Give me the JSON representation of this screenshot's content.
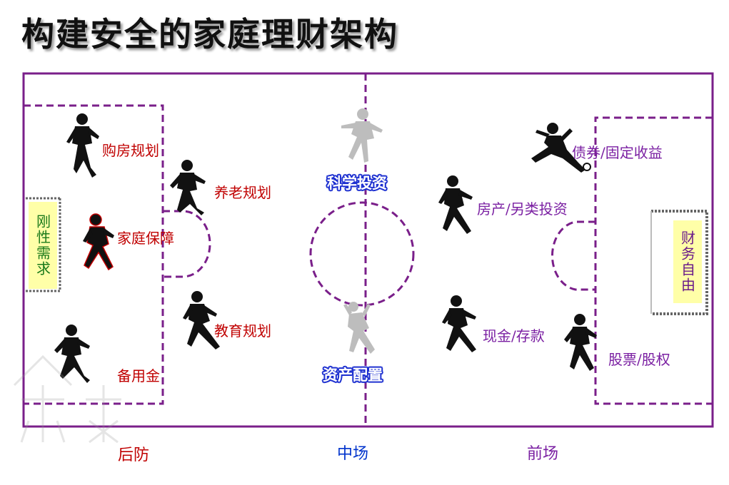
{
  "title": "构建安全的家庭理财架构",
  "goals": {
    "left": "刚性需求",
    "right": "财务自由"
  },
  "zones": {
    "back": "后防",
    "mid": "中场",
    "front": "前场"
  },
  "labels": {
    "house_plan": "购房规划",
    "family_protect": "家庭保障",
    "reserve_fund": "备用金",
    "pension_plan": "养老规划",
    "education_plan": "教育规划",
    "scientific_invest": "科学投资",
    "asset_allocation": "资产配置",
    "property_invest": "房产/另类投资",
    "cash_deposit": "现金/存款",
    "bond_income": "债券/固定收益",
    "stock_equity": "股票/股权"
  },
  "colors": {
    "field_line": "#7a1f8a",
    "defense_text": "#c00000",
    "offense_text": "#7a1fa2",
    "mid_text": "#0033cc",
    "goal_fill": "#ffffa8"
  }
}
